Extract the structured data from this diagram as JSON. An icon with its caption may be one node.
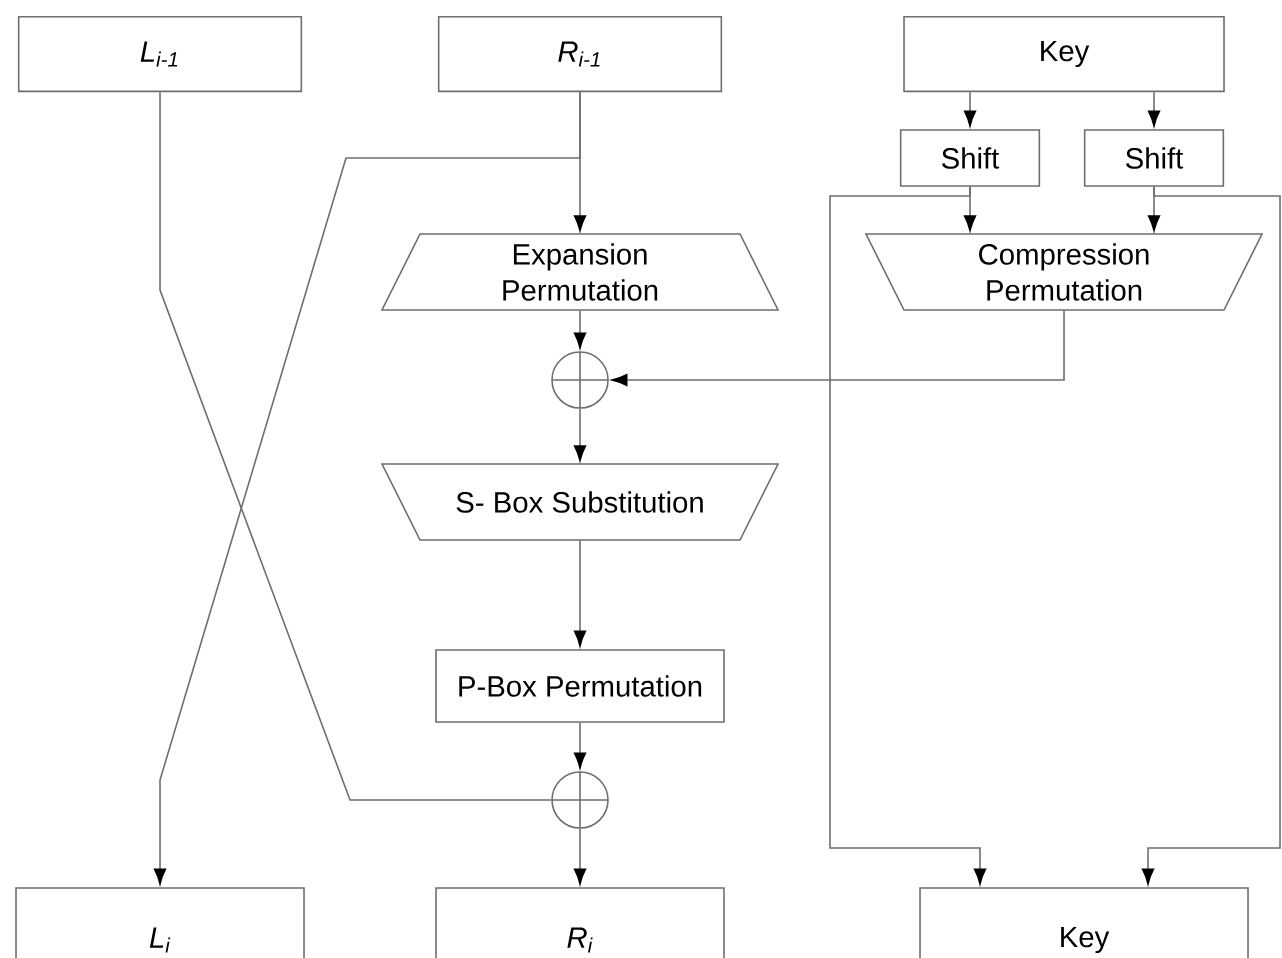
{
  "diagram": {
    "nodes": [
      {
        "text": [
          "L$_{i-1}$"
        ]
      },
      {
        "text": [
          "R$_{i-1}$"
        ]
      },
      {
        "text": [
          "Key"
        ]
      },
      {
        "text": [
          "Shift"
        ]
      },
      {
        "text": [
          "Shift"
        ]
      },
      {
        "text": [
          "Expansion Permutation"
        ]
      },
      {
        "text": [
          "Compression Permutation"
        ]
      },
      {
        "text": [],
        "shape": "circle"
      },
      {
        "text": [
          "S- Box Substitution"
        ]
      },
      {
        "text": [
          "P-Box Permutation"
        ]
      },
      {
        "text": [],
        "shape": "circle"
      },
      {
        "text": [
          "L$_{i}$"
        ]
      },
      {
        "text": [
          "R$_{i}$"
        ]
      },
      {
        "text": [
          "Key"
        ]
      }
    ],
    "edges": [
      {
        "from": 0,
        "to": 10,
        "arrow": "none"
      },
      {
        "from": 1,
        "to": 11,
        "arrow": "to"
      },
      {
        "from": 1,
        "to": 5,
        "arrow": "to"
      },
      {
        "from": 5,
        "to": 7,
        "arrow": "to"
      },
      {
        "from": 6,
        "to": 7,
        "arrow": "to"
      },
      {
        "from": 7,
        "to": 8,
        "arrow": "to"
      },
      {
        "from": 8,
        "to": 9,
        "arrow": "to"
      },
      {
        "from": 9,
        "to": 10,
        "arrow": "to"
      },
      {
        "from": 10,
        "to": 12,
        "arrow": "to"
      },
      {
        "from": 2,
        "to": 3,
        "arrow": "to"
      },
      {
        "from": 2,
        "to": 4,
        "arrow": "to"
      },
      {
        "from": 3,
        "to": 6,
        "arrow": "to"
      },
      {
        "from": 4,
        "to": 6,
        "arrow": "to"
      },
      {
        "from": 3,
        "to": 13,
        "arrow": "to"
      },
      {
        "from": 4,
        "to": 13,
        "arrow": "to"
      }
    ]
  }
}
